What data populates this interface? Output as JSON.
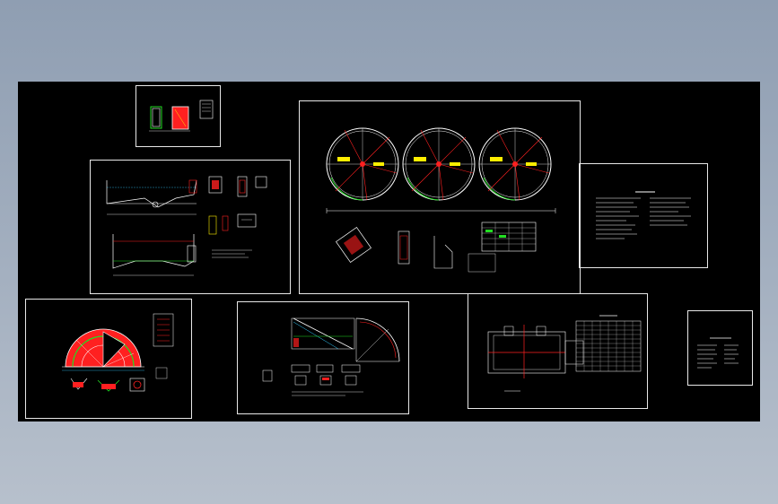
{
  "viewer": {
    "background_color": "#9aa7b8",
    "model_space_color": "#000000"
  },
  "palette": {
    "line": "#ffffff",
    "red": "#ff2020",
    "green": "#22dd22",
    "yellow": "#ffee00",
    "cyan": "#33ccff",
    "magenta": "#ff33ff"
  },
  "sheets": [
    {
      "id": "cover-sheet"
    },
    {
      "id": "section-sheet"
    },
    {
      "id": "plan-sheet"
    },
    {
      "id": "notes-sheet"
    },
    {
      "id": "quadrant-sheet"
    },
    {
      "id": "detail-sheet"
    },
    {
      "id": "table-sheet"
    },
    {
      "id": "index-sheet"
    }
  ]
}
